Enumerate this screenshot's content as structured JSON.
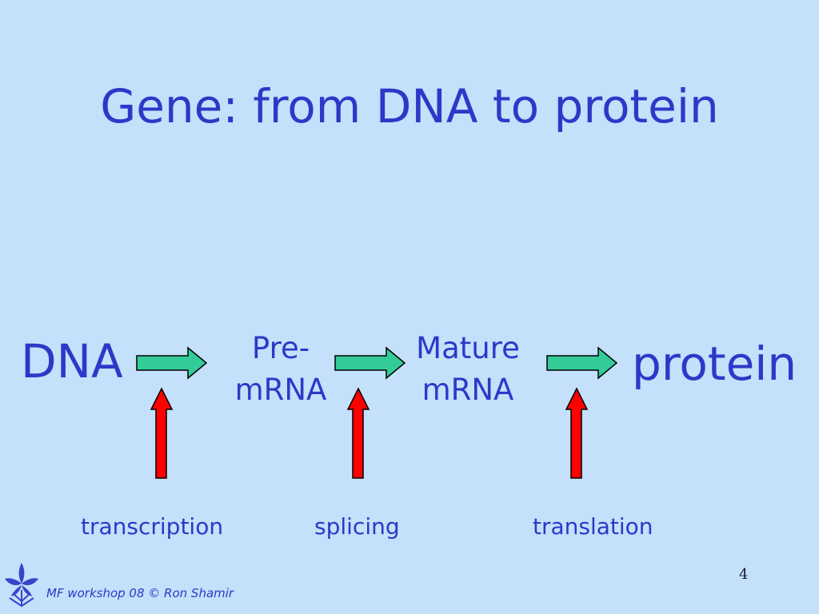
{
  "slide": {
    "title": "Gene: from DNA to protein",
    "page_number": "4",
    "footer": "MF workshop 08 © Ron Shamir"
  },
  "diagram": {
    "nodes": {
      "dna": "DNA",
      "pre_mrna_line1": "Pre-",
      "pre_mrna_line2": "mRNA",
      "mature_mrna_line1": "Mature",
      "mature_mrna_line2": "mRNA",
      "protein": "protein"
    },
    "processes": {
      "transcription": "transcription",
      "splicing": "splicing",
      "translation": "translation"
    }
  },
  "colors": {
    "background": "#c4e0fa",
    "text": "#2b39c8",
    "flow_arrow": "#33cc99",
    "process_arrow": "#ff0000",
    "outline": "#000000"
  },
  "icons": {
    "logo": "tel-aviv-university-logo-icon"
  }
}
